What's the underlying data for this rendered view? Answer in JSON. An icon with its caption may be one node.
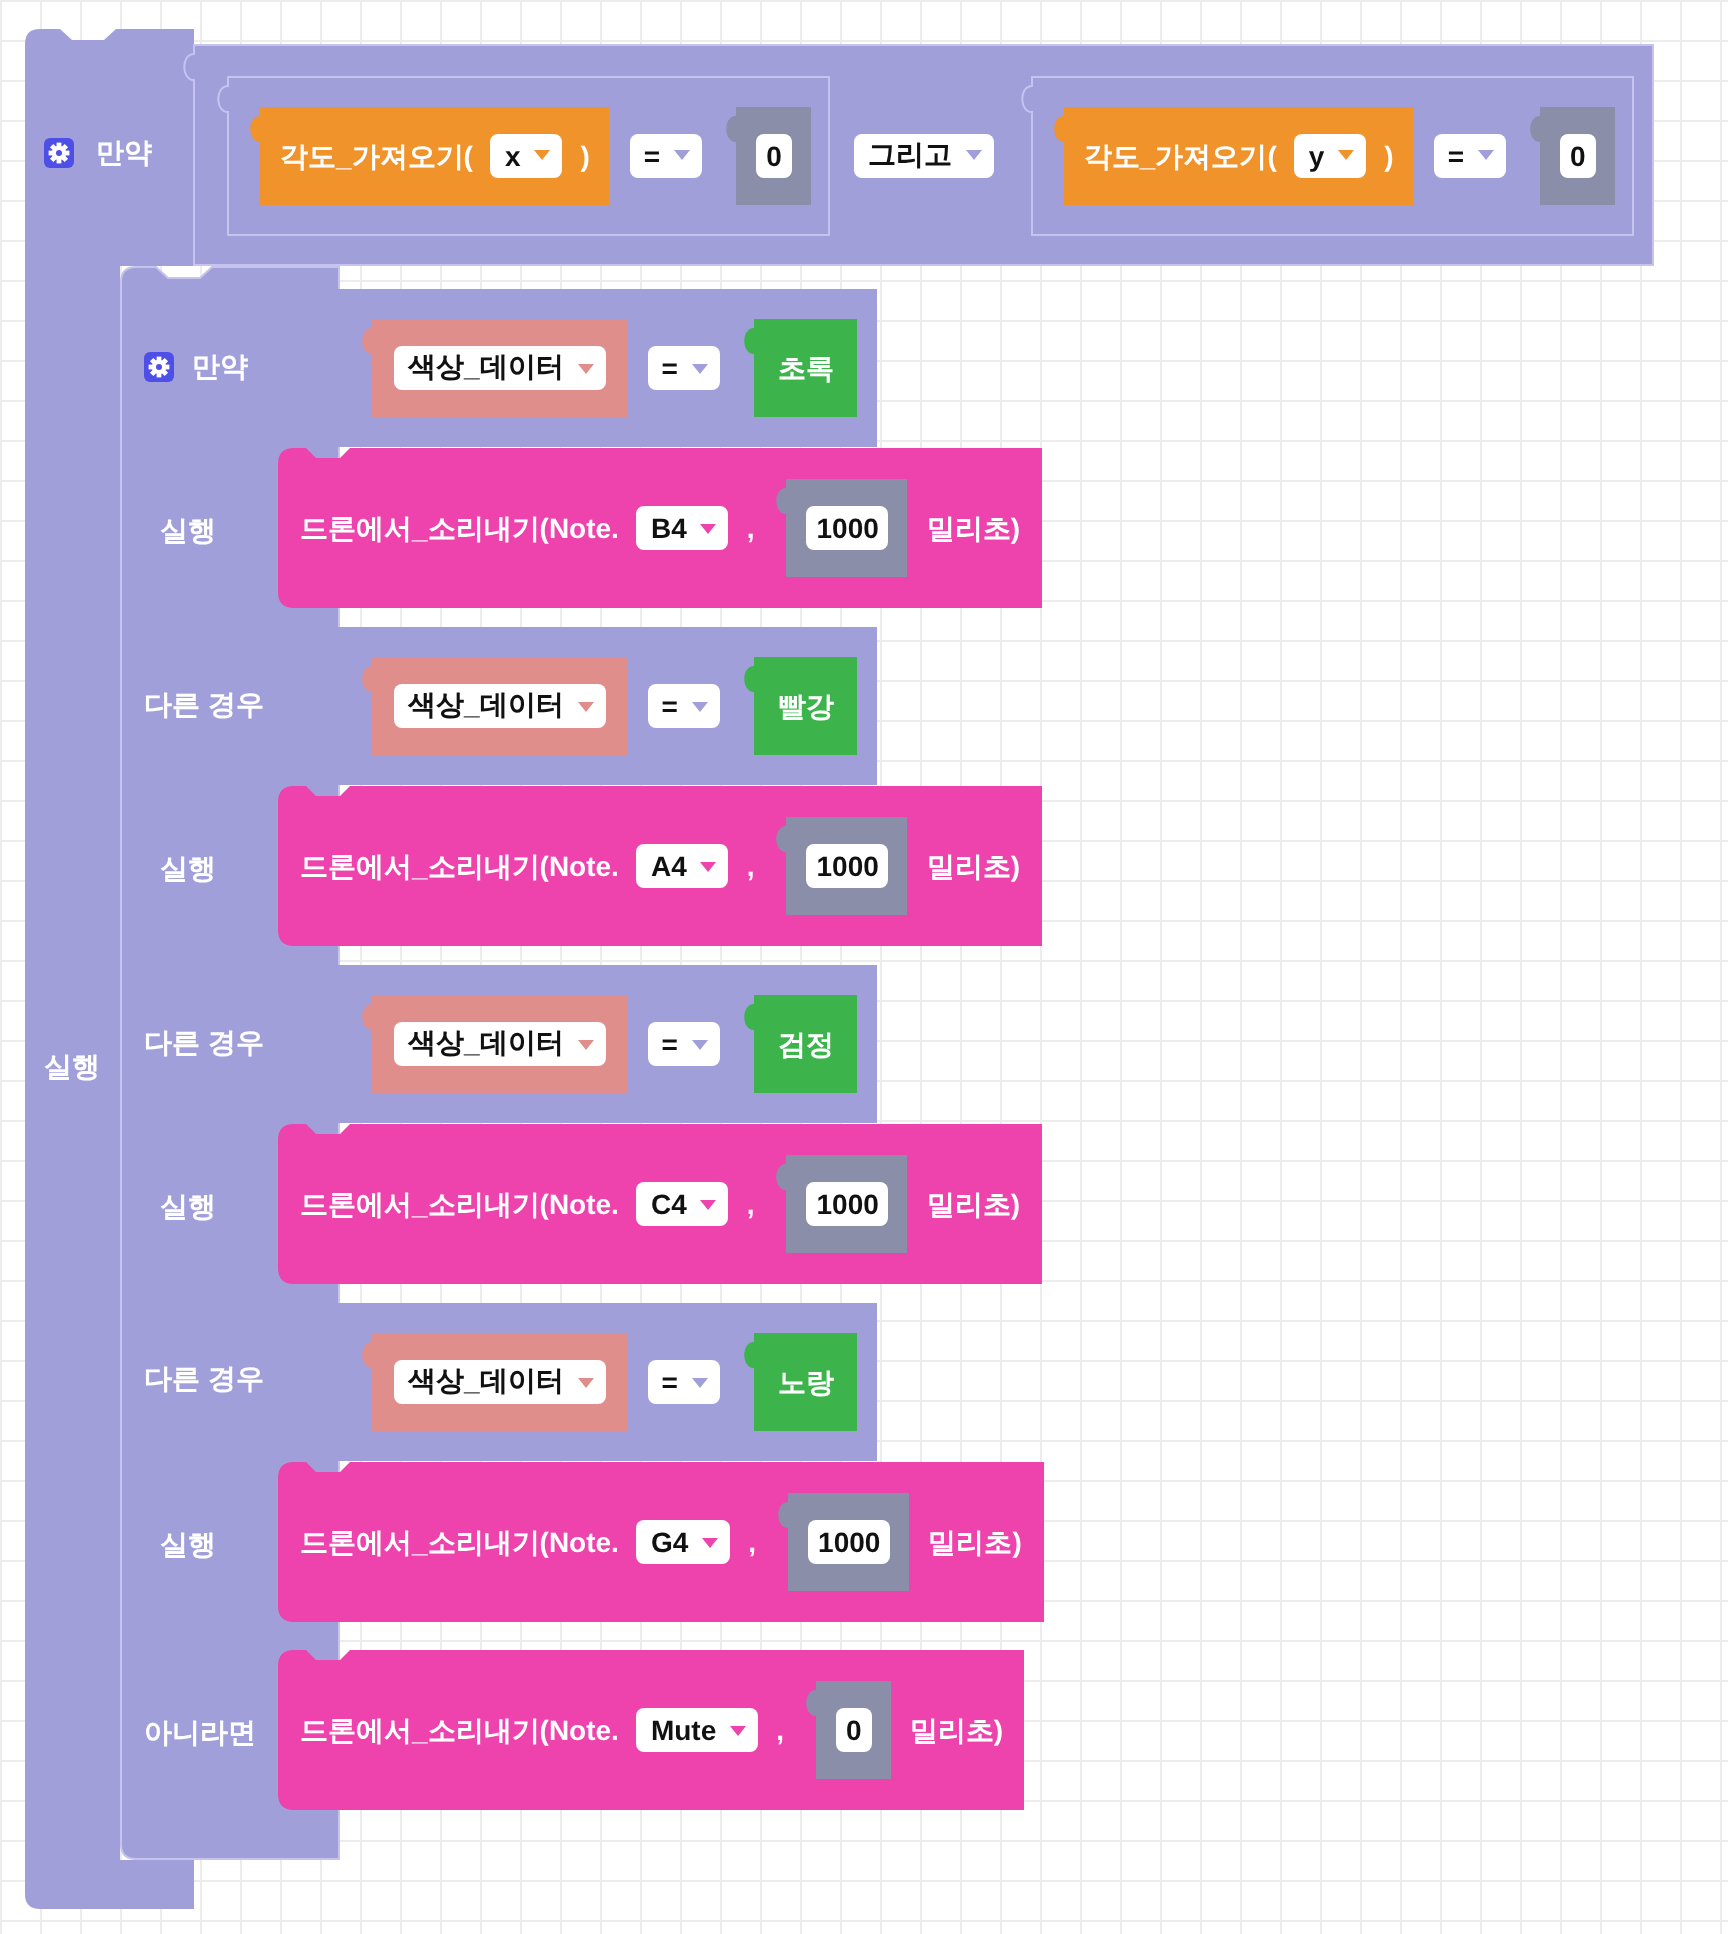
{
  "diagram": {
    "nodes": [
      {
        "text": [
          "만약",
          "실행"
        ]
      },
      {
        "text": [
          "그리고"
        ]
      },
      {
        "text": [
          "="
        ],
        "in": 1
      },
      {
        "text": [
          "각도_가져오기(",
          "x",
          ")"
        ],
        "in": 2
      },
      {
        "text": [
          "0"
        ],
        "in": 2
      },
      {
        "text": [
          "="
        ],
        "in": 1
      },
      {
        "text": [
          "각도_가져오기(",
          "y",
          ")"
        ],
        "in": 5
      },
      {
        "text": [
          "0"
        ],
        "in": 5
      },
      {
        "text": [
          "만약",
          "실행",
          "다른 경우",
          "실행",
          "다른 경우",
          "실행",
          "다른 경우",
          "실행",
          "아니라면"
        ]
      },
      {
        "text": [
          "="
        ]
      },
      {
        "text": [
          "색상_데이터"
        ],
        "in": 9
      },
      {
        "text": [
          "초록"
        ],
        "in": 9
      },
      {
        "text": [
          "드론에서_소리내기(Note.",
          "B4",
          ",",
          "밀리초)"
        ]
      },
      {
        "text": [
          "1000"
        ],
        "in": 12
      },
      {
        "text": [
          "="
        ]
      },
      {
        "text": [
          "색상_데이터"
        ],
        "in": 14
      },
      {
        "text": [
          "빨강"
        ],
        "in": 14
      },
      {
        "text": [
          "드론에서_소리내기(Note.",
          "A4",
          ",",
          "밀리초)"
        ]
      },
      {
        "text": [
          "1000"
        ],
        "in": 17
      },
      {
        "text": [
          "="
        ]
      },
      {
        "text": [
          "색상_데이터"
        ],
        "in": 19
      },
      {
        "text": [
          "검정"
        ],
        "in": 19
      },
      {
        "text": [
          "드론에서_소리내기(Note.",
          "C4",
          ",",
          "밀리초)"
        ]
      },
      {
        "text": [
          "1000"
        ],
        "in": 22
      },
      {
        "text": [
          "="
        ]
      },
      {
        "text": [
          "색상_데이터"
        ],
        "in": 24
      },
      {
        "text": [
          "노랑"
        ],
        "in": 24
      },
      {
        "text": [
          "드론에서_소리내기(Note.",
          "G4",
          ",",
          "밀리초)"
        ]
      },
      {
        "text": [
          "1000"
        ],
        "in": 27
      },
      {
        "text": [
          "드론에서_소리내기(Note.",
          "Mute",
          ",",
          "밀리초)"
        ]
      },
      {
        "text": [
          "0"
        ],
        "in": 29
      }
    ]
  }
}
